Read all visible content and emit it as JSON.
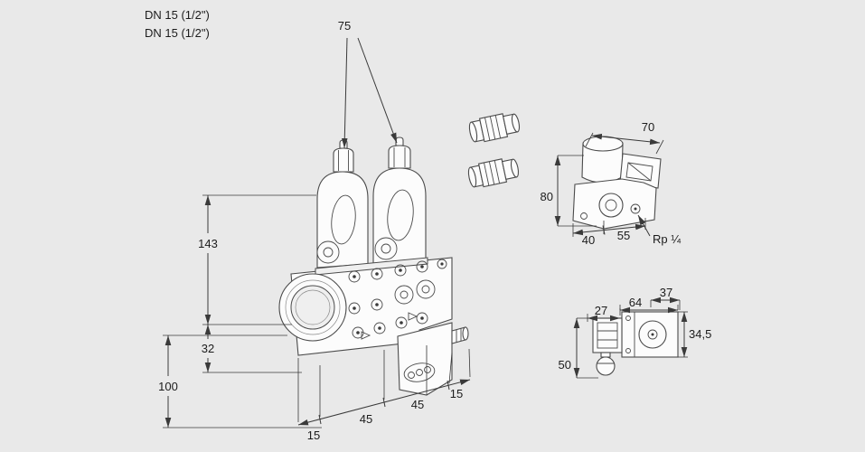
{
  "port_labels": {
    "line1": "DN 15 (1/2\")",
    "line2": "DN 15 (1/2\")"
  },
  "main_view": {
    "width_between_axes": "75",
    "height_body_to_coil_top": "143",
    "height_port_offset": "32",
    "height_overall": "100",
    "bottom_chain": [
      "15",
      "45",
      "45",
      "15"
    ]
  },
  "solenoid_view": {
    "width_top": "70",
    "height_left": "80",
    "bottom_left": "40",
    "bottom_right": "55",
    "thread": "Rp ¼"
  },
  "aux_view": {
    "top_left": "27",
    "top_mid": "64",
    "top_right": "37",
    "right_height": "34,5",
    "left_height": "50"
  }
}
